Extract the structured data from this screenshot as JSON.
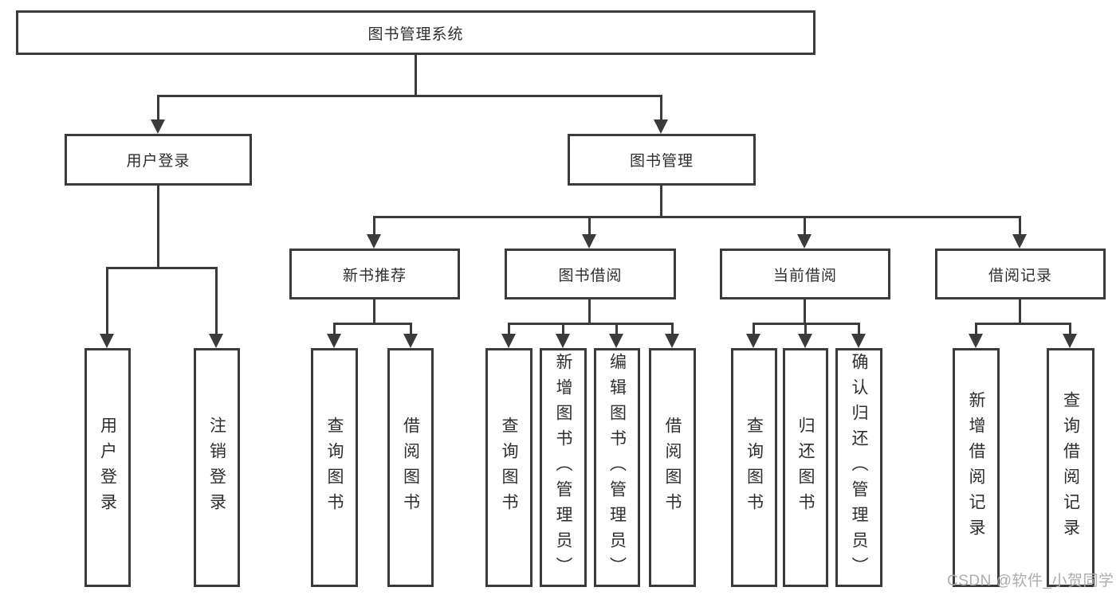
{
  "diagram": {
    "type": "hierarchy-tree",
    "stroke_color": "#3b3b3b",
    "text_color": "#2e2e2e",
    "background_color": "#ffffff",
    "boxes": [
      {
        "id": "root",
        "label": "图书管理系统"
      },
      {
        "id": "user-login",
        "label": "用户登录"
      },
      {
        "id": "book-management",
        "label": "图书管理"
      },
      {
        "id": "new-book-rec",
        "label": "新书推荐"
      },
      {
        "id": "book-borrowing",
        "label": "图书借阅"
      },
      {
        "id": "current-borrow",
        "label": "当前借阅"
      },
      {
        "id": "borrow-records",
        "label": "借阅记录"
      },
      {
        "id": "leaf-user-login",
        "label": "用户登录"
      },
      {
        "id": "leaf-logout",
        "label": "注销登录"
      },
      {
        "id": "leaf-query-book-1",
        "label": "查询图书"
      },
      {
        "id": "leaf-borrow-book-1",
        "label": "借阅图书"
      },
      {
        "id": "leaf-query-book-2",
        "label": "查询图书"
      },
      {
        "id": "leaf-add-book-admin",
        "label": "新增图书（管理员）"
      },
      {
        "id": "leaf-edit-book-admin",
        "label": "编辑图书（管理员）"
      },
      {
        "id": "leaf-borrow-book-2",
        "label": "借阅图书"
      },
      {
        "id": "leaf-query-book-3",
        "label": "查询图书"
      },
      {
        "id": "leaf-return-book",
        "label": "归还图书"
      },
      {
        "id": "leaf-confirm-return",
        "label": "确认归还（管理员）"
      },
      {
        "id": "leaf-add-borrow-record",
        "label": "新增借阅记录"
      },
      {
        "id": "leaf-query-borrow-record",
        "label": "查询借阅记录"
      }
    ],
    "edges": [
      [
        "root",
        "user-login"
      ],
      [
        "root",
        "book-management"
      ],
      [
        "user-login",
        "leaf-user-login"
      ],
      [
        "user-login",
        "leaf-logout"
      ],
      [
        "book-management",
        "new-book-rec"
      ],
      [
        "book-management",
        "book-borrowing"
      ],
      [
        "book-management",
        "current-borrow"
      ],
      [
        "book-management",
        "borrow-records"
      ],
      [
        "new-book-rec",
        "leaf-query-book-1"
      ],
      [
        "new-book-rec",
        "leaf-borrow-book-1"
      ],
      [
        "book-borrowing",
        "leaf-query-book-2"
      ],
      [
        "book-borrowing",
        "leaf-add-book-admin"
      ],
      [
        "book-borrowing",
        "leaf-edit-book-admin"
      ],
      [
        "book-borrowing",
        "leaf-borrow-book-2"
      ],
      [
        "current-borrow",
        "leaf-query-book-3"
      ],
      [
        "current-borrow",
        "leaf-return-book"
      ],
      [
        "current-borrow",
        "leaf-confirm-return"
      ],
      [
        "borrow-records",
        "leaf-add-borrow-record"
      ],
      [
        "borrow-records",
        "leaf-query-borrow-record"
      ]
    ]
  },
  "watermark": {
    "text": "CSDN @软件_小贺同学",
    "color": "#adadad"
  }
}
